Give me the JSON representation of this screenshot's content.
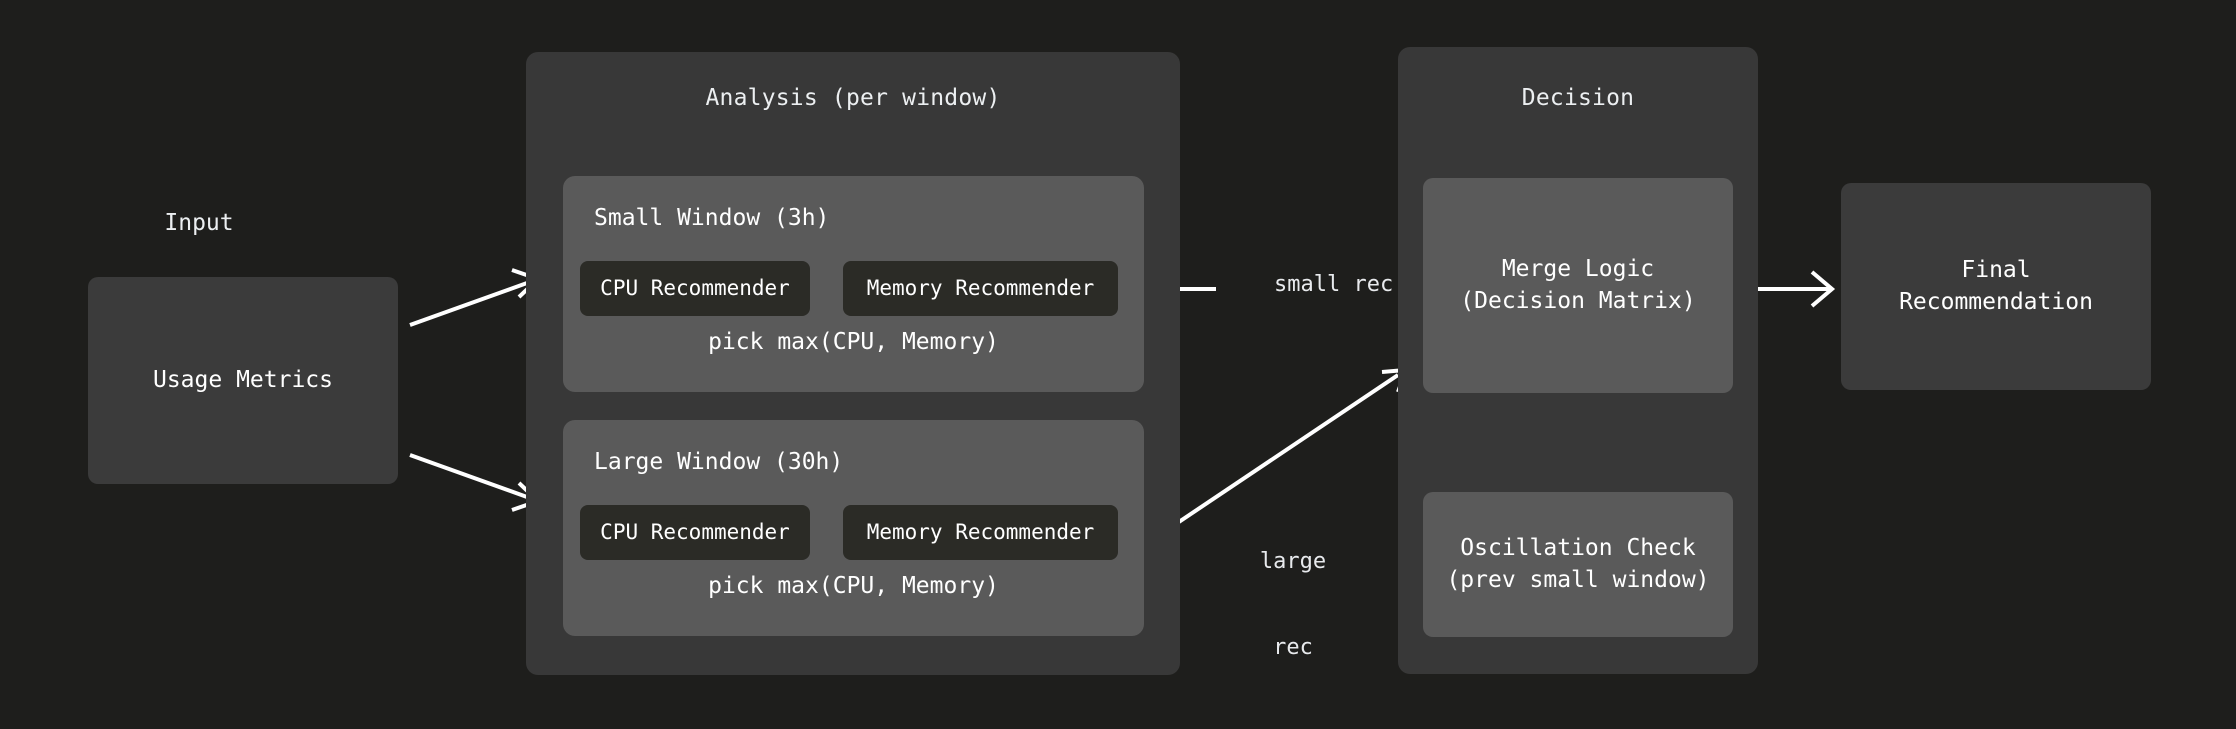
{
  "diagram": {
    "type": "flowchart",
    "direction": "left-to-right",
    "background_color": "#1e1e1c",
    "panel_color": "#383838",
    "window_color": "#5a5a5a",
    "node_dark_color": "#2b2b26",
    "text_color": "#ffffff",
    "edge_color": "#ffffff"
  },
  "input_group": {
    "title": "Input",
    "node": {
      "label": "Usage Metrics"
    }
  },
  "analysis_group": {
    "title": "Analysis (per window)",
    "windows": [
      {
        "title": "Small Window (3h)",
        "recommenders": [
          {
            "label": "CPU Recommender"
          },
          {
            "label": "Memory Recommender"
          }
        ],
        "footer": "pick max(CPU, Memory)"
      },
      {
        "title": "Large Window (30h)",
        "recommenders": [
          {
            "label": "CPU Recommender"
          },
          {
            "label": "Memory Recommender"
          }
        ],
        "footer": "pick max(CPU, Memory)"
      }
    ]
  },
  "decision_group": {
    "title": "Decision",
    "merge_node": {
      "line1": "Merge Logic",
      "line2": "(Decision Matrix)"
    },
    "oscillation_node": {
      "line1": "Oscillation Check",
      "line2": "(prev small window)"
    }
  },
  "output_group": {
    "node": {
      "line1": "Final",
      "line2": "Recommendation"
    }
  },
  "edges": [
    {
      "id": "metrics-to-small",
      "label": "",
      "style": "solid"
    },
    {
      "id": "metrics-to-large",
      "label": "",
      "style": "solid"
    },
    {
      "id": "small-to-merge",
      "label": "small rec",
      "style": "solid"
    },
    {
      "id": "large-to-merge",
      "label_line1": "large",
      "label_line2": "rec",
      "style": "solid"
    },
    {
      "id": "oscillation-to-merge",
      "label": "",
      "style": "dashed"
    },
    {
      "id": "merge-to-final",
      "label": "",
      "style": "solid"
    }
  ]
}
